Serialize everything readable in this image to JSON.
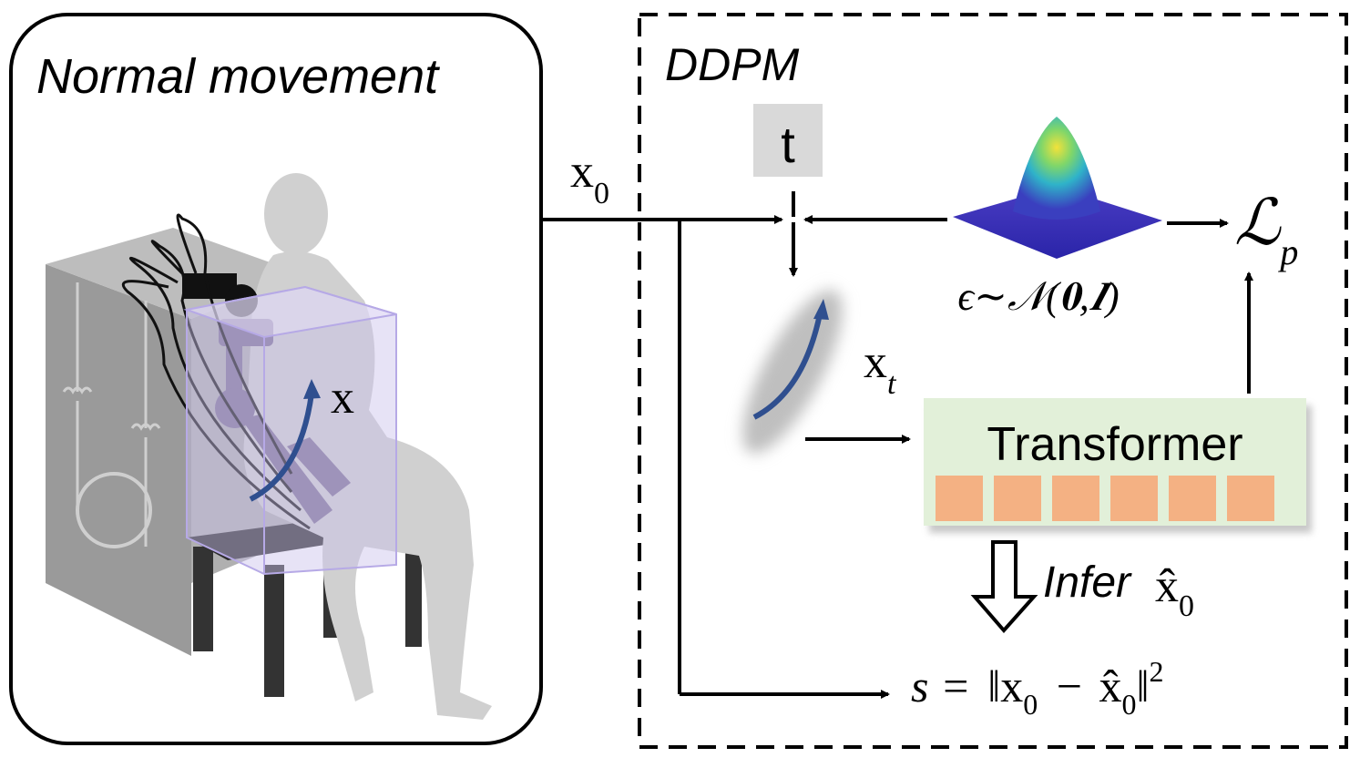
{
  "left_panel": {
    "title": "Normal movement",
    "motion_label": "x"
  },
  "ddpm": {
    "title": "DDPM",
    "timestep": "t",
    "x0_label": {
      "base": "x",
      "sub": "0"
    },
    "xt_label": {
      "base": "x",
      "sub": "t"
    },
    "loss_label": {
      "base": "ℒ",
      "sub": "p"
    },
    "noise_label": "ϵ∼𝒩(𝟎,𝑰)",
    "transformer_label": "Transformer",
    "token_count": 6,
    "infer_label": "Infer",
    "infer_symbol": {
      "base": "x̂",
      "sub": "0"
    },
    "score": {
      "lhs": "s =",
      "norm_open": "‖",
      "x0": "x",
      "x0_sub": "0",
      "minus": "−",
      "xhat": "x̂",
      "xhat_sub": "0",
      "norm_close": "‖",
      "power": "2"
    }
  },
  "colors": {
    "stroke": "#000000",
    "transformer_fill": "#e2f0d9",
    "token_fill": "#f4b183",
    "timestep_fill": "#d9d9d9",
    "arrow_blue": "#2f4f8f",
    "box_fill": "#d6d0ee"
  }
}
